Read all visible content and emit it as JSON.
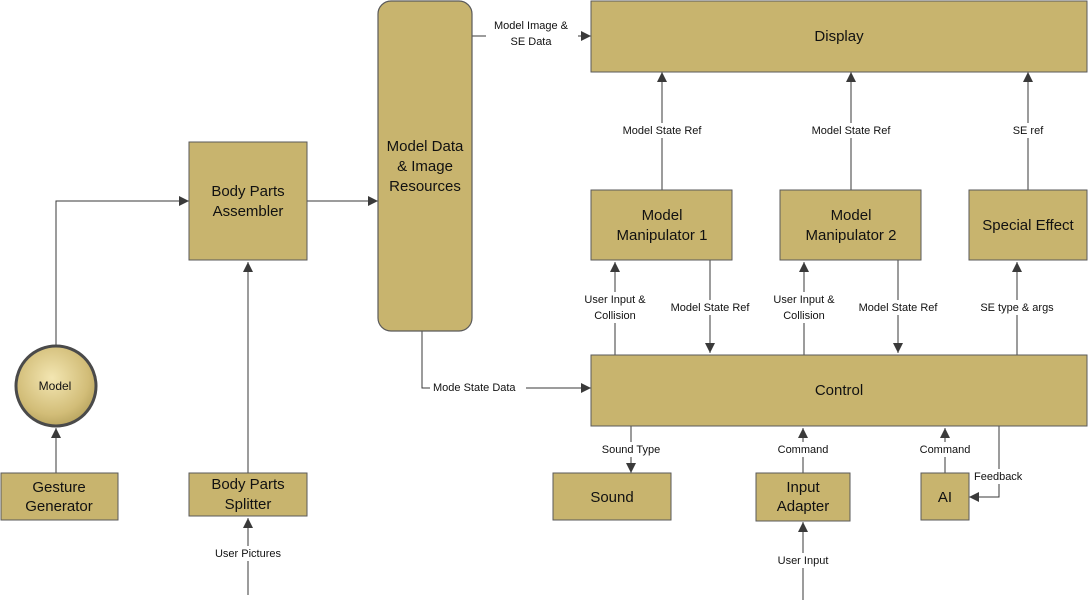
{
  "nodes": {
    "display": "Display",
    "model_manipulator_1": [
      "Model",
      "Manipulator 1"
    ],
    "model_manipulator_2": [
      "Model",
      "Manipulator 2"
    ],
    "special_effect": "Special Effect",
    "control": "Control",
    "sound": "Sound",
    "input_adapter": [
      "Input",
      "Adapter"
    ],
    "ai": "AI",
    "model_data": [
      "Model Data",
      "& Image",
      "Resources"
    ],
    "body_parts_assembler": [
      "Body Parts",
      "Assembler"
    ],
    "body_parts_splitter": [
      "Body Parts",
      "Splitter"
    ],
    "model": "Model",
    "gesture_generator": [
      "Gesture",
      "Generator"
    ]
  },
  "edges": {
    "model_image_se_data": [
      "Model Image &",
      "SE Data"
    ],
    "mm1_state_ref": "Model State Ref",
    "mm2_state_ref": "Model State Ref",
    "se_ref": "SE ref",
    "user_input_collision_1": [
      "User Input &",
      "Collision"
    ],
    "control_state_ref_1": "Model State Ref",
    "user_input_collision_2": [
      "User Input &",
      "Collision"
    ],
    "control_state_ref_2": "Model State Ref",
    "se_type_args": "SE type & args",
    "mode_state_data": "Mode State Data",
    "sound_type": "Sound Type",
    "command_input": "Command",
    "command_ai": "Command",
    "feedback": "Feedback",
    "user_input": "User Input",
    "user_pictures": "User Pictures"
  }
}
